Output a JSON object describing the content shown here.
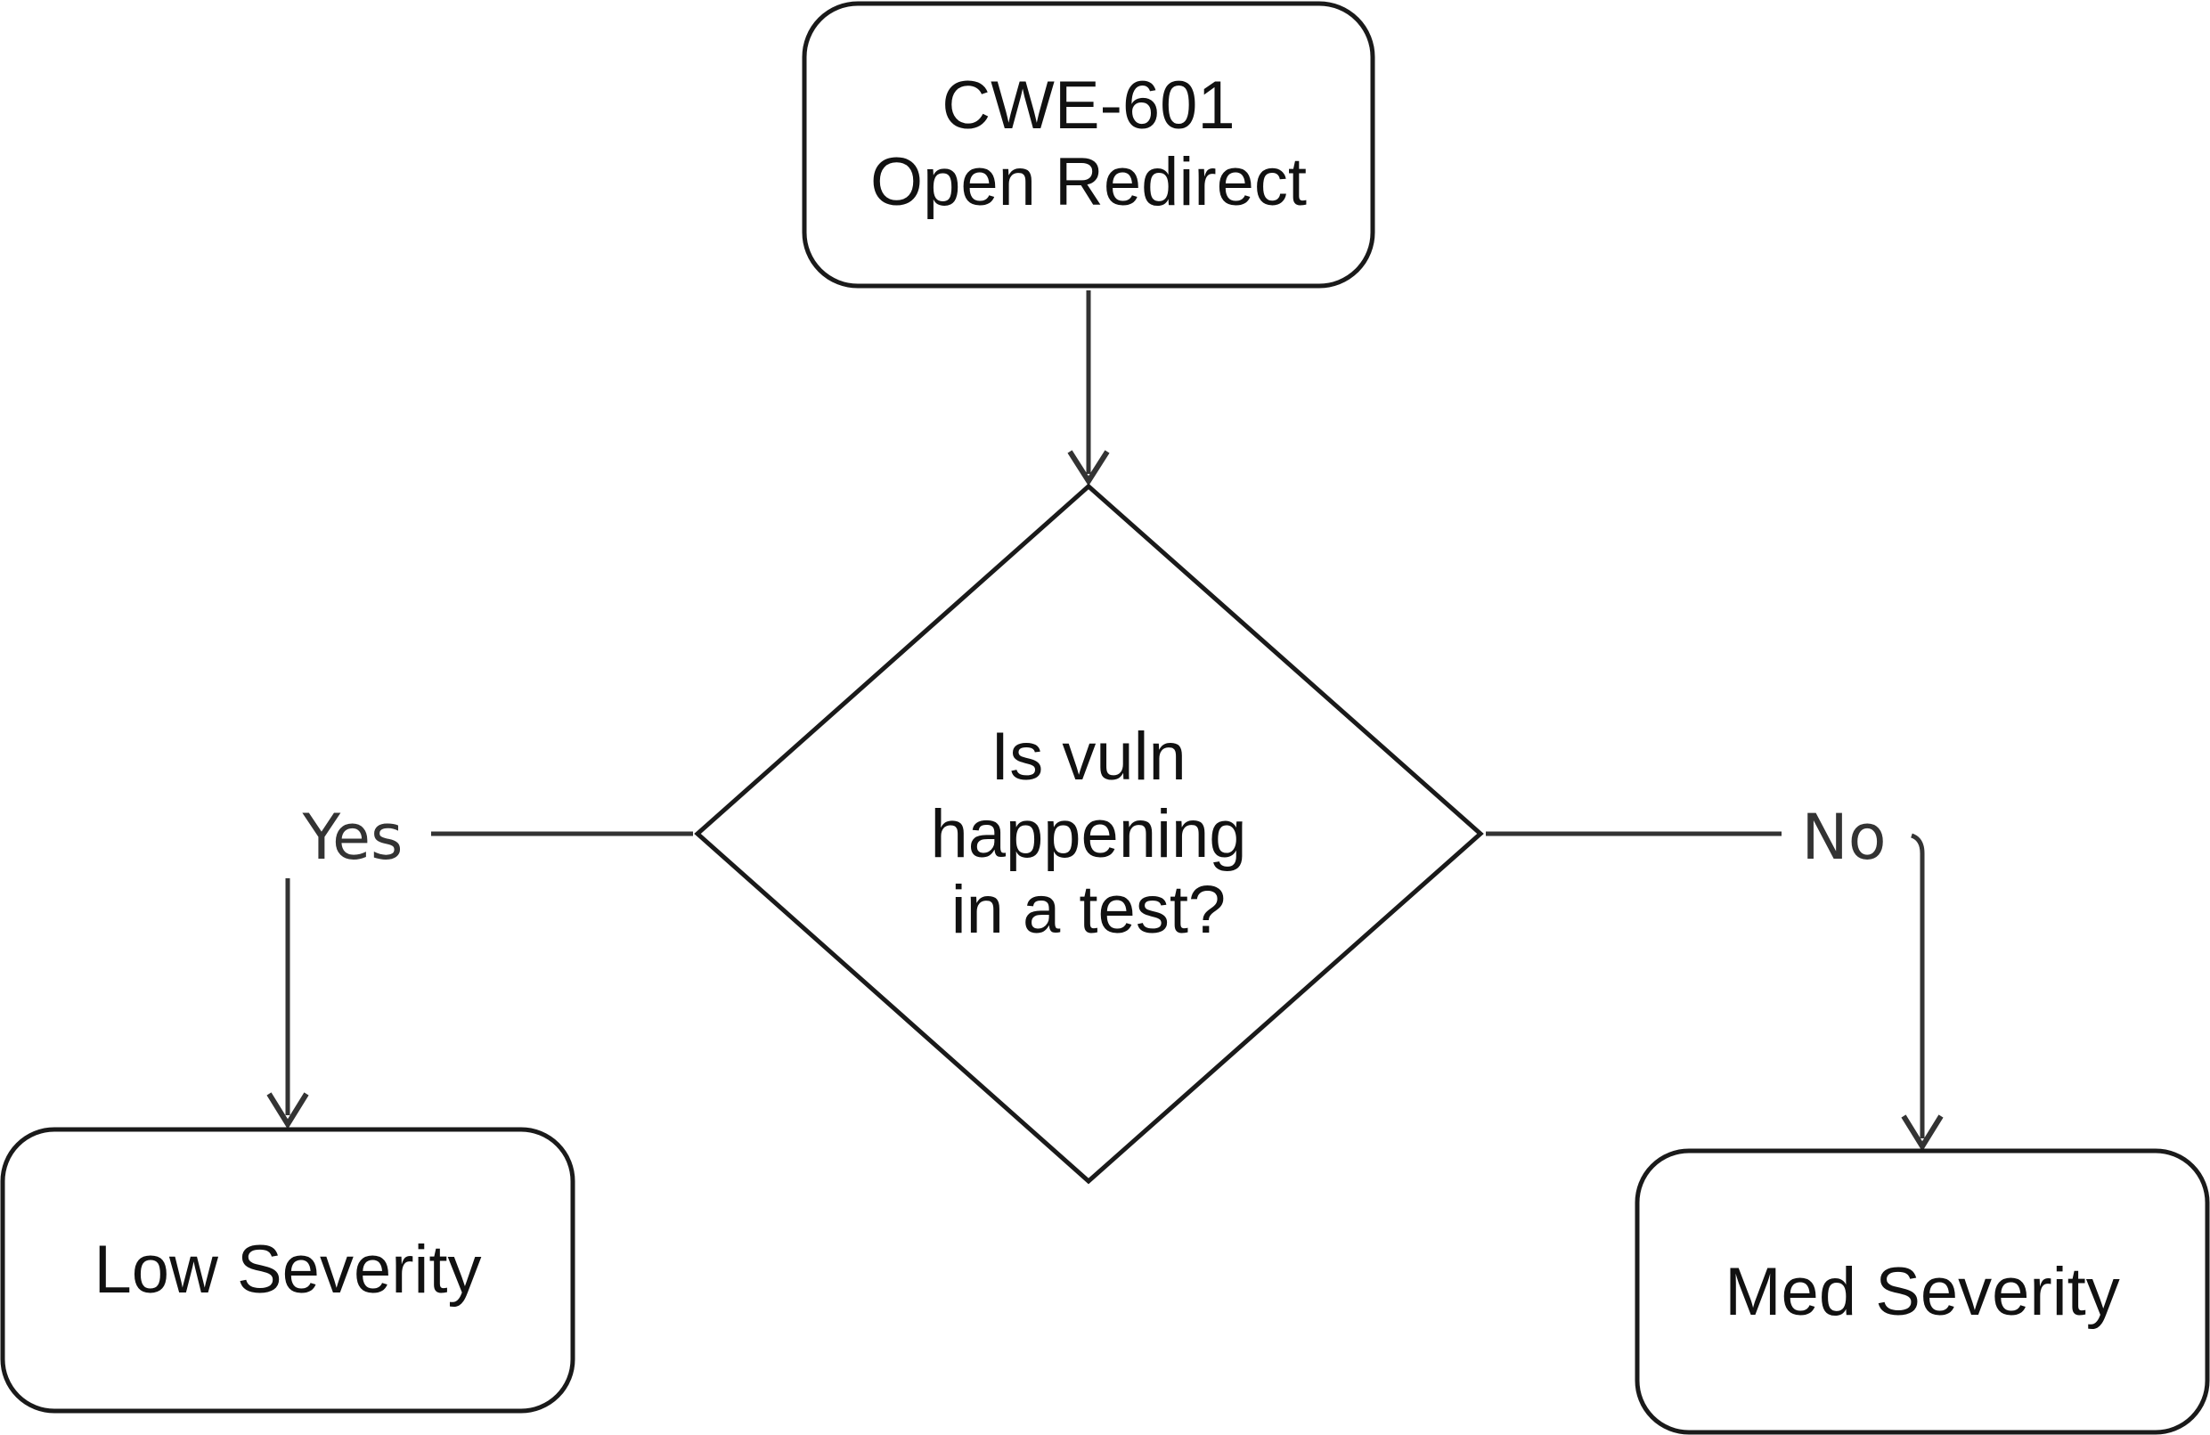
{
  "nodes": {
    "start": {
      "line1": "CWE-601",
      "line2": "Open Redirect"
    },
    "decision": {
      "line1": "Is vuln",
      "line2": "happening",
      "line3": "in a test?"
    },
    "low": {
      "label": "Low Severity"
    },
    "med": {
      "label": "Med Severity"
    }
  },
  "edges": {
    "yes_label": "Yes",
    "no_label": "No"
  }
}
